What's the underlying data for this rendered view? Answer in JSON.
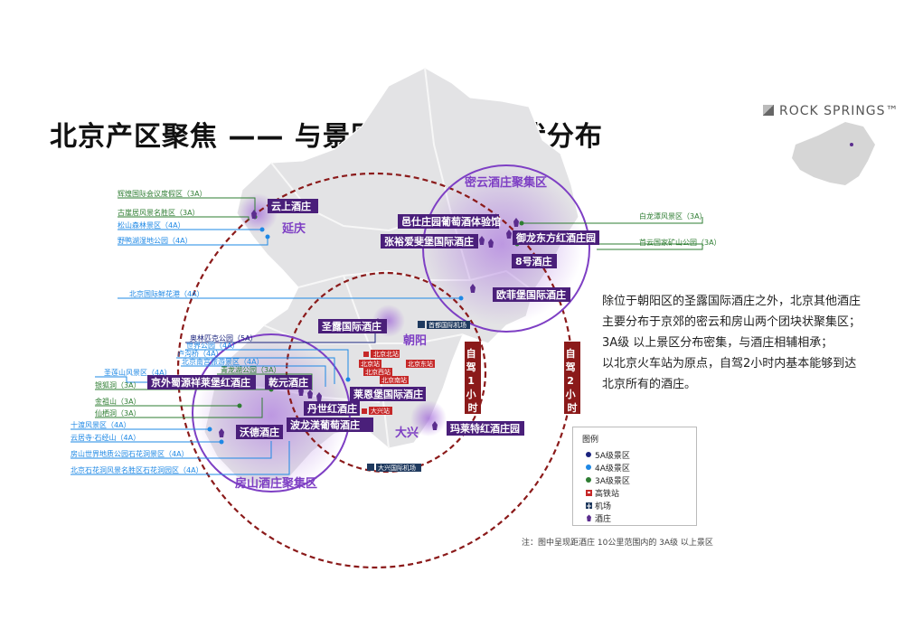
{
  "title": "北京产区聚焦 —— 与景区共生的团块状分布",
  "brand": "ROCK SPRINGS™",
  "regions": {
    "yanqing": "延庆",
    "chaoyang": "朝阳",
    "daxing": "大兴"
  },
  "clusters": {
    "miyun": "密云酒庄聚集区",
    "fangshan": "房山酒庄聚集区"
  },
  "drive": {
    "one_hour": "自驾1小时",
    "two_hour": "自驾2小时"
  },
  "wineries": {
    "yunshang": "云上酒庄",
    "yishizhuang": "邑仕庄园葡萄酒体验馆",
    "zhangyuaiyi": "张裕爱斐堡国际酒庄",
    "yulong": "御龙东方红酒庄园",
    "no8": "8号酒庄",
    "oufeibao": "欧菲堡国际酒庄",
    "shenglu": "圣露国际酒庄",
    "jingwai": "京外蜀源祥莱堡红酒庄",
    "qianyuan": "乾元酒庄",
    "danshi": "丹世红酒庄",
    "laiensbao": "莱恩堡国际酒庄",
    "bolong": "波龙渼葡萄酒庄",
    "mailaite": "玛莱特红酒庄园",
    "wode": "沃德酒庄"
  },
  "transport": {
    "capital_airport": "首都国际机场",
    "daxing_airport": "大兴国际机场",
    "beijing_north": "北京北站",
    "beijing_station": "北京站",
    "beijing_east": "北京东站",
    "beijing_west": "北京西站",
    "beijing_south": "北京南站",
    "daxing_station": "大兴站"
  },
  "scenic_left": [
    {
      "label": "辉煌国际会议度假区（3A）",
      "color": "#2e7d32"
    },
    {
      "label": "古崖居风景名胜区（3A）",
      "color": "#2e7d32"
    },
    {
      "label": "松山森林景区（4A）",
      "color": "#1e88e5"
    },
    {
      "label": "野鸭湖湿地公园（4A）",
      "color": "#1e88e5"
    },
    {
      "label": "北京国际鲜花港（4A）",
      "color": "#1e88e5"
    },
    {
      "label": "奥林匹克公园（5A）",
      "color": "#1a237e"
    },
    {
      "label": "世界公园（4A）",
      "color": "#1e88e5"
    },
    {
      "label": "卢沟桥（4A）",
      "color": "#1e88e5"
    },
    {
      "label": "北京南宫旅游景区（4A）",
      "color": "#1e88e5"
    },
    {
      "label": "青龙湖公园（3A）",
      "color": "#2e7d32"
    },
    {
      "label": "圣莲山风景区（4A）",
      "color": "#1e88e5"
    },
    {
      "label": "银狐洞（3A）",
      "color": "#2e7d32"
    },
    {
      "label": "金祖山（3A）",
      "color": "#2e7d32"
    },
    {
      "label": "仙栖洞（3A）",
      "color": "#2e7d32"
    },
    {
      "label": "十渡风景区（4A）",
      "color": "#1e88e5"
    },
    {
      "label": "云居寺·石经山（4A）",
      "color": "#1e88e5"
    },
    {
      "label": "房山世界地质公园石花洞景区（4A）",
      "color": "#1e88e5"
    },
    {
      "label": "北京石花洞风景名胜区石花洞园区（4A）",
      "color": "#1e88e5"
    }
  ],
  "scenic_right": [
    {
      "label": "白龙潭风景区（3A）",
      "color": "#2e7d32"
    },
    {
      "label": "首云国家矿山公园（3A）",
      "color": "#2e7d32"
    }
  ],
  "description": [
    "除位于朝阳区的圣露国际酒庄之外，北京其他酒庄",
    "主要分布于京郊的密云和房山两个团块状聚集区；",
    "3A级 以上景区分布密集，与酒庄相辅相承；",
    "以北京火车站为原点，自驾2小时内基本能够到达",
    "北京所有的酒庄。"
  ],
  "legend": {
    "title": "图例",
    "items": [
      "5A级景区",
      "4A级景区",
      "3A级景区",
      "高铁站",
      "机场",
      "酒庄"
    ],
    "colors": {
      "5A": "#1a237e",
      "4A": "#1e88e5",
      "3A": "#2e7d32",
      "rail": "#c62828",
      "airport": "#1f3a5f",
      "winery": "#5b2d8e"
    }
  },
  "note": "注：图中呈现距酒庄 10公里范围内的 3A级 以上景区"
}
